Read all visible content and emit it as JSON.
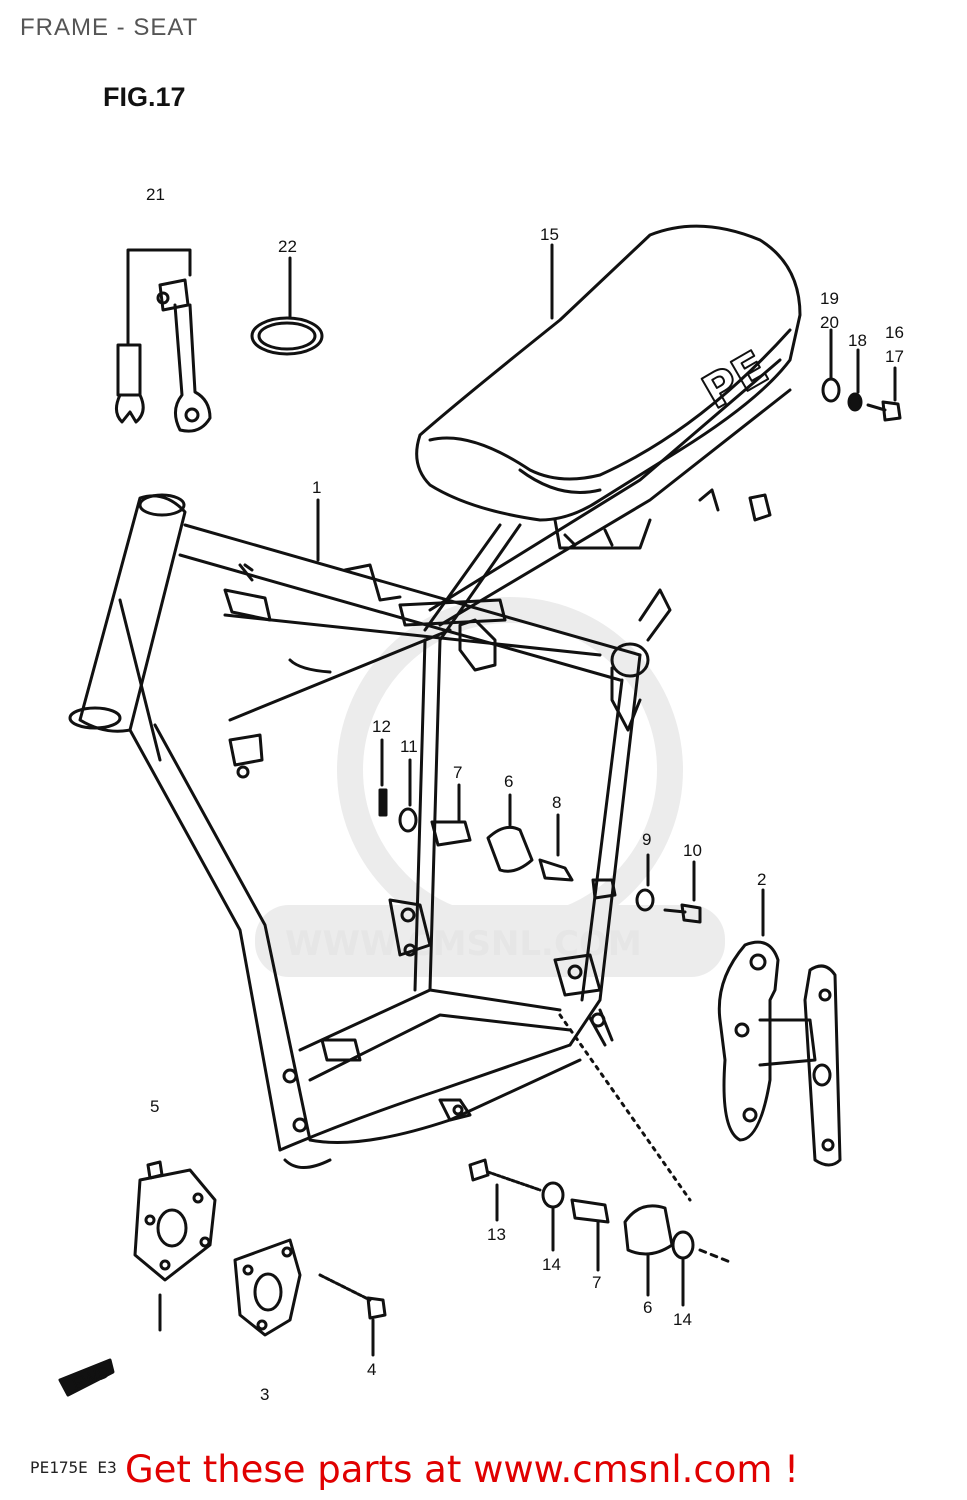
{
  "header": {
    "title": "FRAME - SEAT"
  },
  "figure": {
    "label": "FIG.17"
  },
  "watermark": {
    "text": "WWW.CMSNL.COM",
    "color": "#e4e4e4"
  },
  "callouts": {
    "c1": "1",
    "c2": "2",
    "c3": "3",
    "c4": "4",
    "c5": "5",
    "c6a": "6",
    "c6b": "6",
    "c7a": "7",
    "c7b": "7",
    "c8": "8",
    "c9": "9",
    "c10": "10",
    "c11": "11",
    "c12": "12",
    "c13": "13",
    "c14a": "14",
    "c14b": "14",
    "c15": "15",
    "c16": "16",
    "c17": "17",
    "c18": "18",
    "c19": "19",
    "c20": "20",
    "c21": "21",
    "c22": "22"
  },
  "seat_logo": "PE",
  "fwd_arrow": "FWD",
  "footer": {
    "code": "PE175E E3",
    "cta": "Get these parts at www.cmsnl.com !",
    "cta_color": "#e00000"
  }
}
